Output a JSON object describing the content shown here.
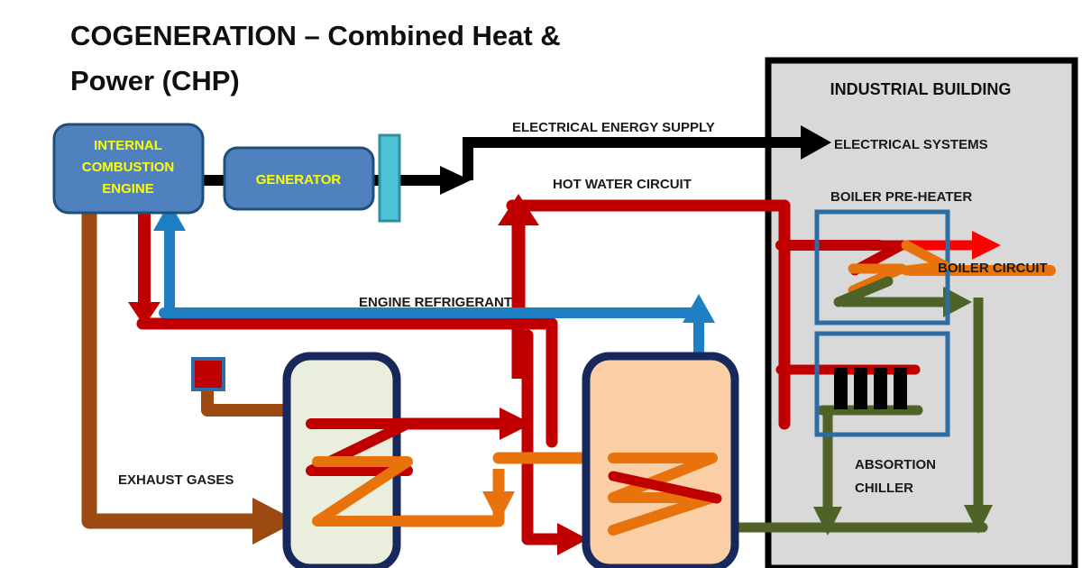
{
  "title": {
    "line1": "COGENERATION – Combined Heat &",
    "line2": "Power (CHP)"
  },
  "equipment": {
    "engine": {
      "line1": "INTERNAL",
      "line2": "COMBUSTION",
      "line3": "ENGINE"
    },
    "generator": {
      "label": "GENERATOR"
    },
    "transformer": {
      "label": ""
    },
    "heat_exchanger_1": {
      "label": ""
    },
    "heat_exchanger_2": {
      "label": ""
    },
    "valve": {
      "label": ""
    }
  },
  "building": {
    "title": "INDUSTRIAL BUILDING",
    "electrical_systems": "ELECTRICAL SYSTEMS",
    "boiler_preheater": "BOILER PRE-HEATER",
    "absorption_chiller_line1": "ABSORTION",
    "absorption_chiller_line2": "CHILLER"
  },
  "flows": {
    "electrical_energy_supply": "ELECTRICAL ENERGY SUPPLY",
    "hot_water_circuit": "HOT WATER CIRCUIT",
    "engine_refrigerant": "ENGINE REFRIGERANT",
    "exhaust_gases": "EXHAUST GASES",
    "boiler_circuit": "BOILER CIRCUIT"
  },
  "colors": {
    "engine_fill": "#4E81BD",
    "engine_stroke": "#1F4E79",
    "transformer_fill": "#4EC3D6",
    "transformer_stroke": "#2E8FA0",
    "tank1_fill": "#EAEEDC",
    "tank2_fill": "#FBCFA5",
    "tank_stroke": "#17285C",
    "building_fill": "#D9D9D9",
    "building_stroke": "#000000",
    "inner_box_stroke": "#2E6CA4",
    "red": "#C00000",
    "bright_red": "#FF0000",
    "blue": "#1F7FC4",
    "orange": "#E8730C",
    "brown": "#9C4A12",
    "green": "#4F6228",
    "black": "#000000",
    "label_yellow": "#FFFF00"
  }
}
